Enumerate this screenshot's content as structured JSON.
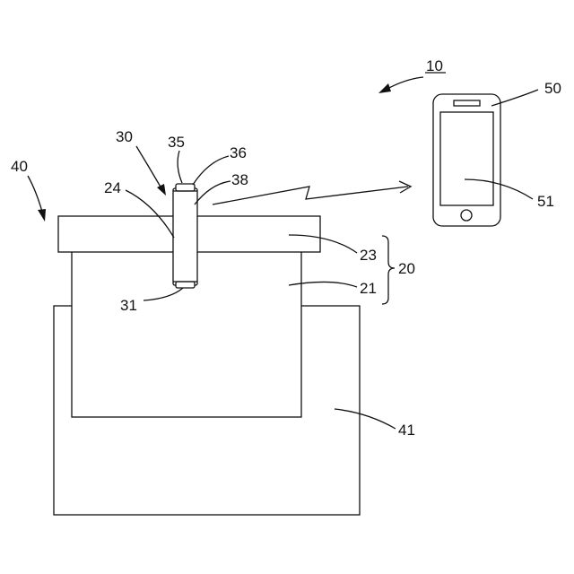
{
  "figure": {
    "reference_numerals": {
      "system": "10",
      "arrangement": "40",
      "device": "30",
      "device_top_part": "35",
      "device_top_cap": "36",
      "device_body": "38",
      "insertion_hole": "24",
      "device_bottom": "31",
      "lid": "23",
      "container_body": "21",
      "container": "20",
      "base": "41",
      "phone": "50",
      "phone_screen": "51"
    },
    "colors": {
      "stroke": "#111111",
      "background": "#ffffff"
    },
    "wireless_link": "lightning-arrow"
  }
}
